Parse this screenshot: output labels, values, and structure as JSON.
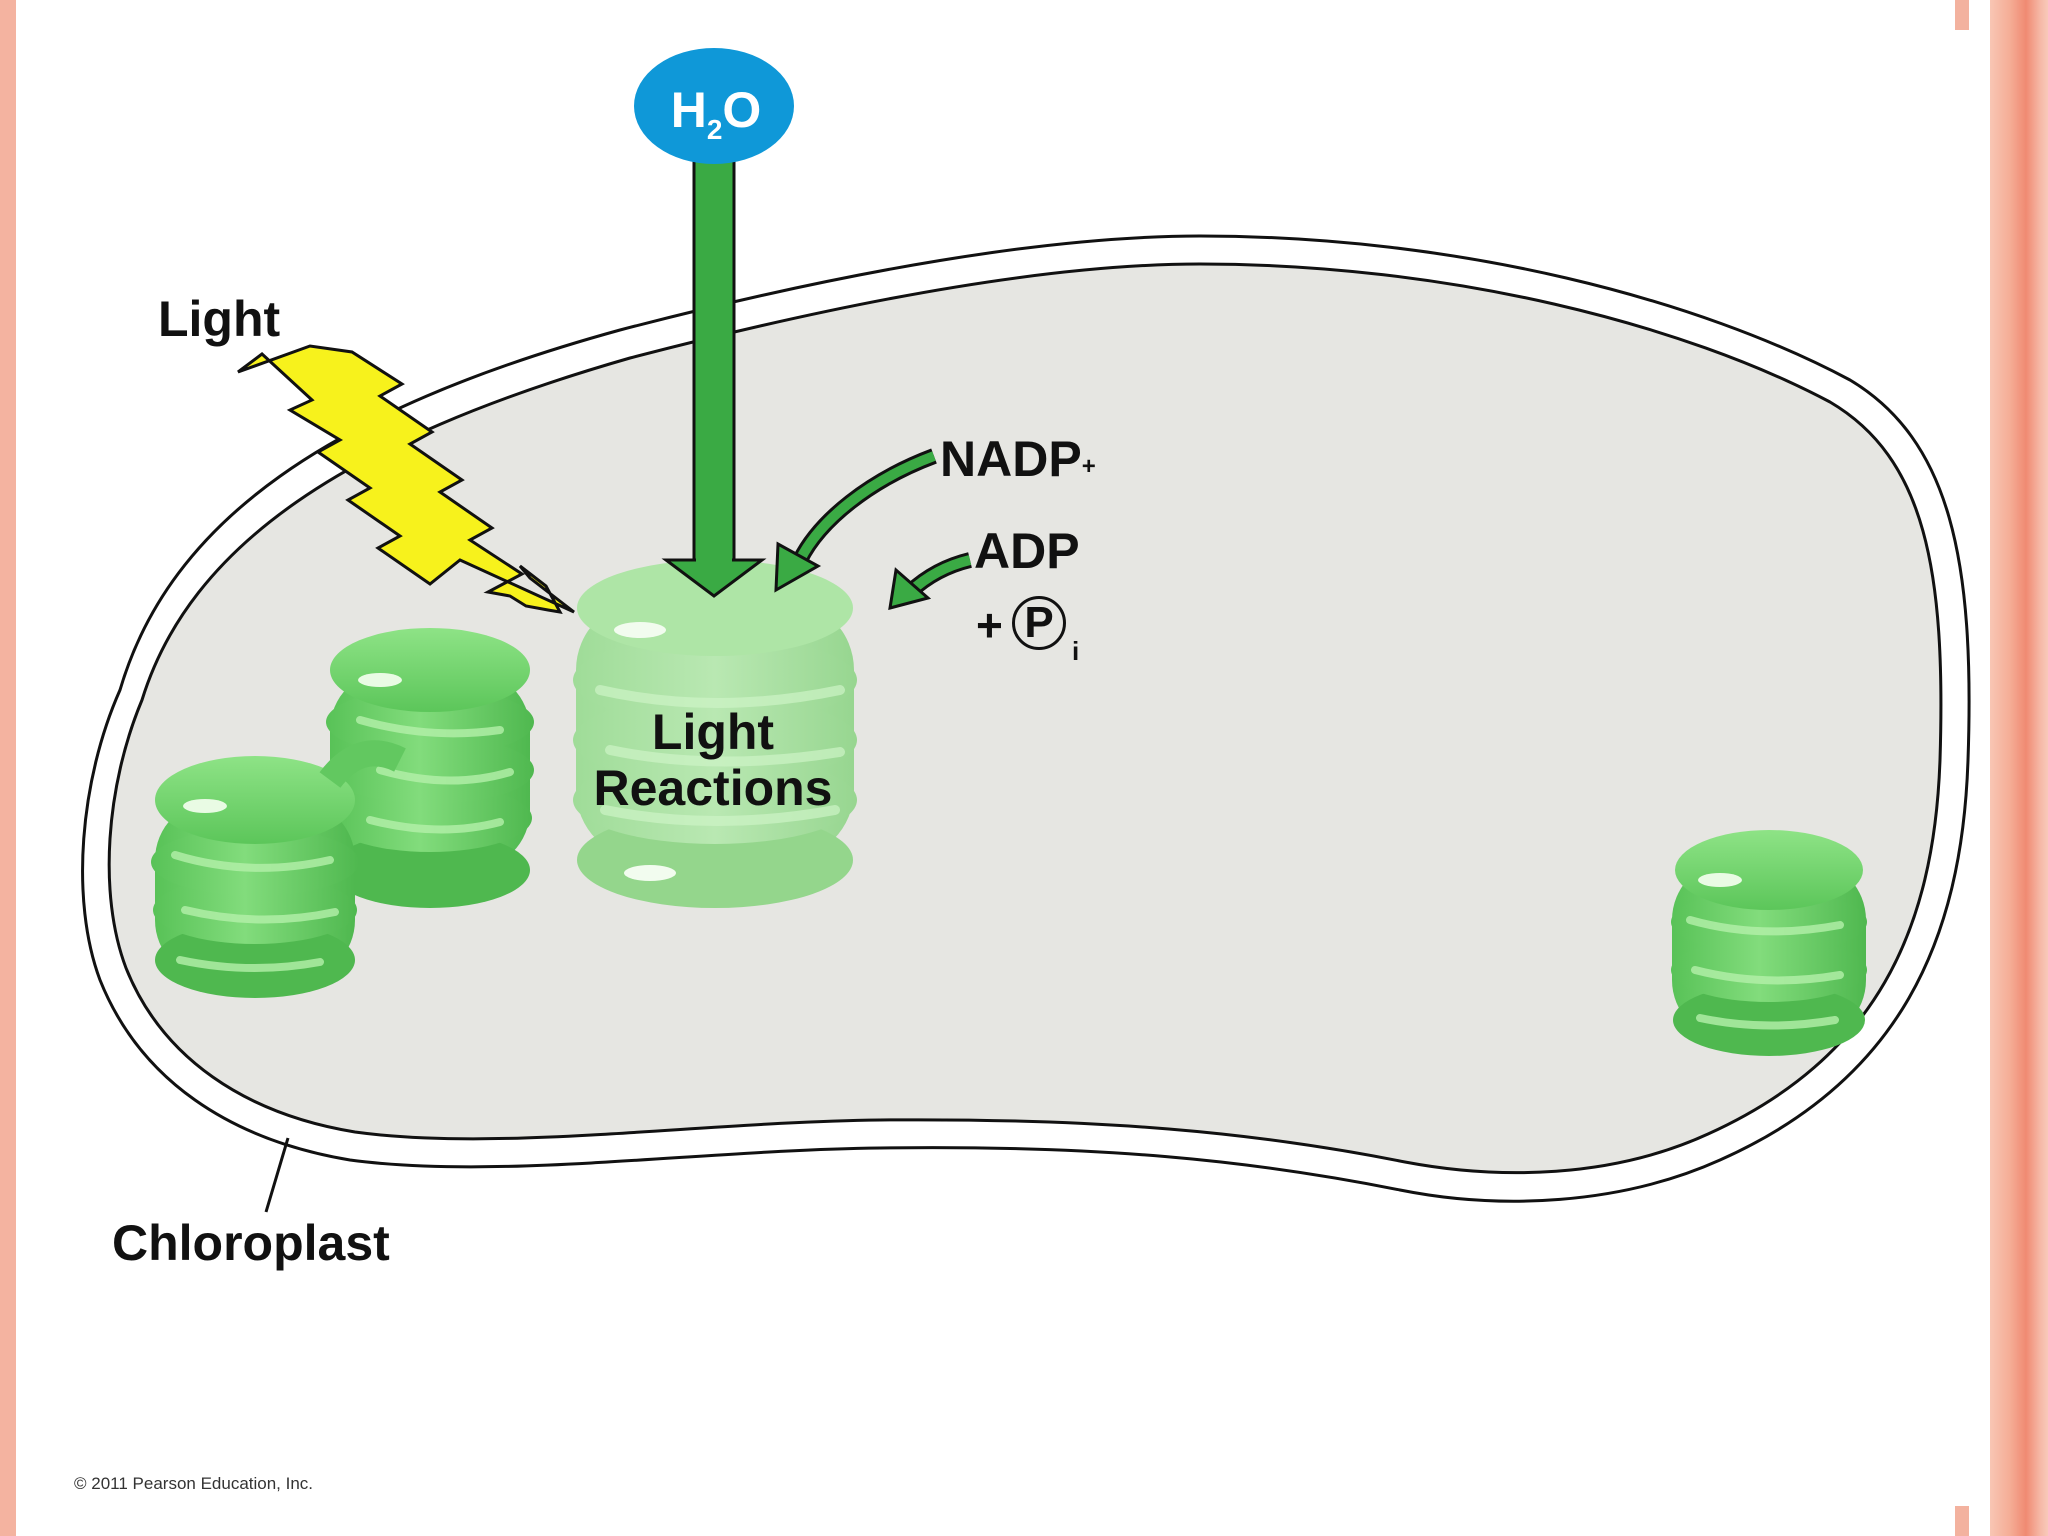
{
  "labels": {
    "light": "Light",
    "nadp": "NADP",
    "nadp_mark": "+",
    "adp": "ADP",
    "plus": "+",
    "p": "P",
    "p_sub": "i",
    "light_reactions_line1": "Light",
    "light_reactions_line2": "Reactions",
    "chloroplast": "Chloroplast",
    "h2o_h": "H",
    "h2o_sub": "2",
    "h2o_o": "O"
  },
  "copyright": "© 2011 Pearson Education, Inc.",
  "colors": {
    "chloroplast_fill": "#e6e6e2",
    "grana_green": "#6fd06a",
    "arrow_green": "#3aaa44",
    "water_blue": "#0f98d8",
    "light_yellow": "#f7f21c",
    "accent_border": "#f08a72"
  }
}
